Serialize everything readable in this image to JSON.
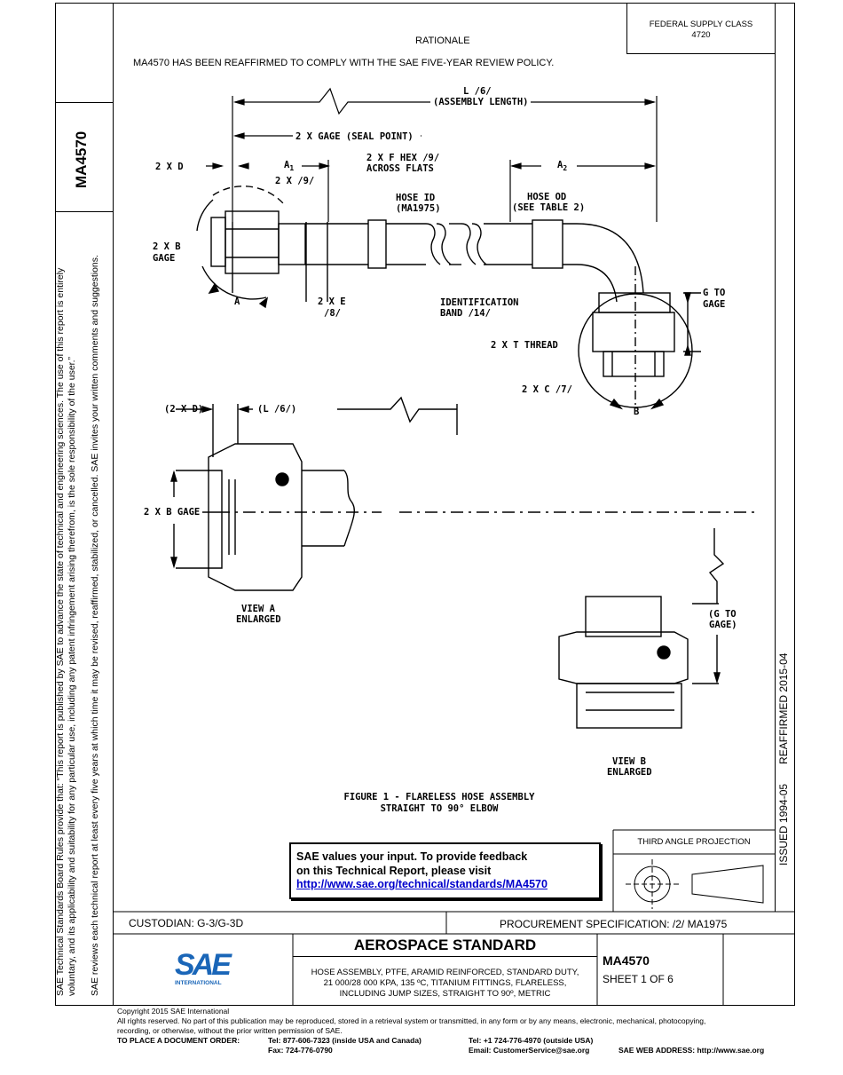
{
  "left_margin": {
    "doc_id": "MA4570",
    "rules_line1": "SAE Technical Standards Board Rules provide that: “This report is published by SAE to advance the state of technical and engineering sciences. The use of this report is entirely",
    "rules_line2": "voluntary, and its applicability and suitability for any particular use, including any patent infringement arising therefrom, is the sole responsibility of the user.”",
    "rules_line3": "SAE reviews each technical report at least every five years at which time it may be revised, reaffirmed, stabilized, or cancelled. SAE invites your written comments and suggestions."
  },
  "header": {
    "fsc_label": "FEDERAL SUPPLY CLASS",
    "fsc_value": "4720",
    "rationale_title": "RATIONALE",
    "rationale_text": "MA4570 HAS BEEN REAFFIRMED TO COMPLY WITH THE SAE FIVE-YEAR REVIEW POLICY."
  },
  "right_margin": {
    "issued": "ISSUED 1994-05",
    "reaffirmed": "REAFFIRMED 2015-04"
  },
  "drawing": {
    "L": "L /6/",
    "assembly_length": "(ASSEMBLY LENGTH)",
    "gage_seal": "2 X GAGE (SEAL POINT)",
    "two_x_d": "2 X D",
    "a1": "A",
    "a1_sub": "1",
    "two_x_9": "2 X /9/",
    "f_hex": "2 X F HEX /9/",
    "across_flats": "ACROSS FLATS",
    "hose_id": "HOSE ID",
    "ma1975": "(MA1975)",
    "a2": "A",
    "a2_sub": "2",
    "hose_od": "HOSE OD",
    "see_table": "(SEE TABLE 2)",
    "two_x_b": "2 X B",
    "gage": "GAGE",
    "view_a_marker": "A",
    "two_x_e": "2 X E",
    "e_ref": "/8/",
    "ident_band": "IDENTIFICATION",
    "band_ref": "BAND /14/",
    "g_to": "G TO",
    "g_gage": "GAGE",
    "t_thread": "2 X T THREAD",
    "two_x_c": "2 X C /7/",
    "view_b_marker": "B",
    "paren_d": "(2 X D)",
    "paren_l": "(L /6/)",
    "two_x_b_gage": "2 X B GAGE",
    "view_a": "VIEW A",
    "enlarged_a": "ENLARGED",
    "paren_g_to": "(G TO",
    "paren_gage": "GAGE)",
    "view_b": "VIEW B",
    "enlarged_b": "ENLARGED",
    "figure_title": "FIGURE 1 - FLARELESS HOSE ASSEMBLY",
    "figure_sub": "STRAIGHT TO 90° ELBOW"
  },
  "feedback": {
    "line1": "SAE values your input. To provide feedback",
    "line2": "on this Technical Report, please visit",
    "link": "http://www.sae.org/technical/standards/MA4570"
  },
  "projection": {
    "label": "THIRD ANGLE PROJECTION"
  },
  "title_block": {
    "custodian": "CUSTODIAN: G-3/G-3D",
    "procurement": "PROCUREMENT SPECIFICATION: /2/ MA1975",
    "logo_text": "SAE",
    "logo_sub": "INTERNATIONAL",
    "aerospace_standard": "AEROSPACE STANDARD",
    "desc1": "HOSE ASSEMBLY, PTFE, ARAMID REINFORCED, STANDARD DUTY,",
    "desc2": "21 000/28 000 KPA, 135 ºC, TITANIUM FITTINGS, FLARELESS,",
    "desc3": "INCLUDING JUMP SIZES, STRAIGHT TO 90º, METRIC",
    "doc_number": "MA4570",
    "sheet": "SHEET 1 OF 6"
  },
  "footer": {
    "copyright": "Copyright 2015 SAE International",
    "rights1": "All rights reserved. No part of this publication may be reproduced, stored in a retrieval system or transmitted, in any form or by any means, electronic, mechanical, photocopying,",
    "rights2": "recording, or otherwise, without the prior written permission of SAE.",
    "order_label": "TO PLACE A DOCUMENT ORDER:",
    "tel_usa": "Tel: 877-606-7323 (inside USA and Canada)",
    "fax": "Fax: 724-776-0790",
    "tel_intl": "Tel: +1 724-776-4970 (outside USA)",
    "email": "Email: CustomerService@sae.org",
    "web": "SAE WEB ADDRESS: http://www.sae.org"
  }
}
